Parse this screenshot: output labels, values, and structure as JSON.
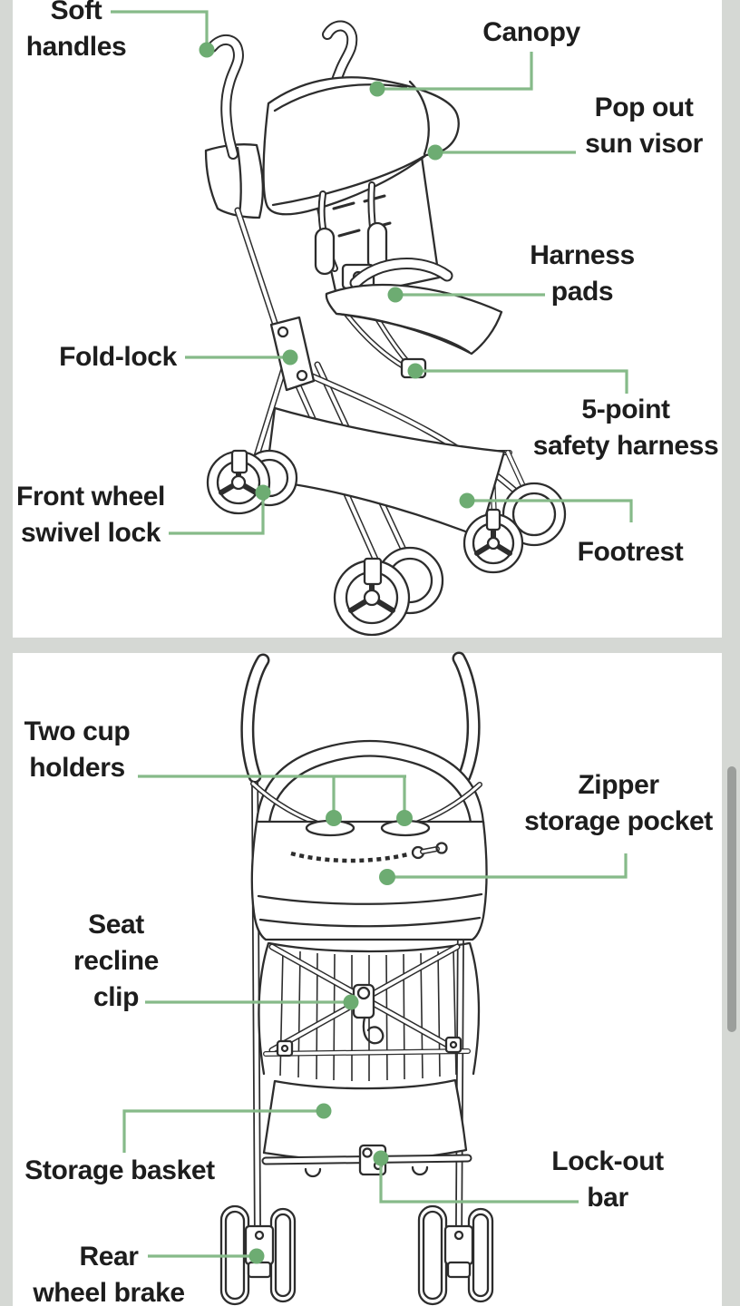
{
  "colors": {
    "page_bg": "#d5d8d4",
    "panel_bg": "#ffffff",
    "label_text": "#1d1d1d",
    "leader_line": "#86ba89",
    "marker_dot": "#6dac72",
    "line_art": "#2d2d2d",
    "scrollbar_thumb": "#9b9e9b"
  },
  "scrollbar": {
    "visible": true
  },
  "top_diagram": {
    "subject": "stroller side view",
    "labels": [
      {
        "id": "soft-handles",
        "lines": [
          "Soft",
          "handles"
        ]
      },
      {
        "id": "canopy",
        "lines": [
          "Canopy"
        ]
      },
      {
        "id": "pop-out-sun-visor",
        "lines": [
          "Pop out",
          "sun visor"
        ]
      },
      {
        "id": "harness-pads",
        "lines": [
          "Harness",
          "pads"
        ]
      },
      {
        "id": "fold-lock",
        "lines": [
          "Fold-lock"
        ]
      },
      {
        "id": "front-wheel-swivel-lock",
        "lines": [
          "Front wheel",
          "swivel lock"
        ]
      },
      {
        "id": "five-point-safety-harness",
        "lines": [
          "5-point",
          "safety harness"
        ]
      },
      {
        "id": "footrest",
        "lines": [
          "Footrest"
        ]
      }
    ]
  },
  "bottom_diagram": {
    "subject": "stroller rear view",
    "labels": [
      {
        "id": "two-cup-holders",
        "lines": [
          "Two cup",
          "holders"
        ]
      },
      {
        "id": "zipper-storage-pocket",
        "lines": [
          "Zipper",
          "storage pocket"
        ]
      },
      {
        "id": "seat-recline-clip",
        "lines": [
          "Seat",
          "recline",
          "clip"
        ]
      },
      {
        "id": "storage-basket",
        "lines": [
          "Storage basket"
        ]
      },
      {
        "id": "lock-out-bar",
        "lines": [
          "Lock-out",
          "bar"
        ]
      },
      {
        "id": "rear-wheel-brake",
        "lines": [
          "Rear",
          "wheel brake"
        ]
      }
    ]
  }
}
